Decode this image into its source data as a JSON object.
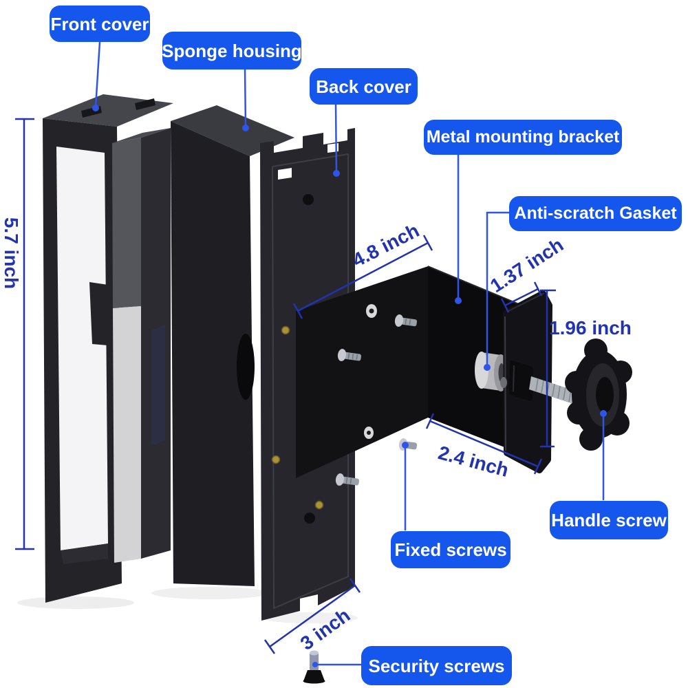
{
  "figure_type": "exploded-view product diagram",
  "part_labels": {
    "front_cover": "Front cover",
    "sponge_housing": "Sponge housing",
    "back_cover": "Back cover",
    "metal_mounting_bracket": "Metal mounting bracket",
    "anti_scratch_gasket": "Anti-scratch Gasket",
    "handle_screw": "Handle screw",
    "fixed_screws": "Fixed screws",
    "security_screws": "Security screws"
  },
  "dimension_labels": {
    "height": "5.7 inch",
    "width": "4.8 inch",
    "gap": "1.37 inch",
    "plate_height": "1.96 inch",
    "depth": "2.4 inch",
    "bottom_width": "3 inch"
  },
  "colors": {
    "label_bg": "#1556ed",
    "label_text": "#ffffff",
    "dimension_blue": "#2133ae",
    "leader_blue": "#2f55e8",
    "part_black": "#1e1e24",
    "sponge_grey": "#d3d3d5",
    "metal_grey": "#9aa0a8",
    "gasket_white": "#c9c9cb"
  }
}
